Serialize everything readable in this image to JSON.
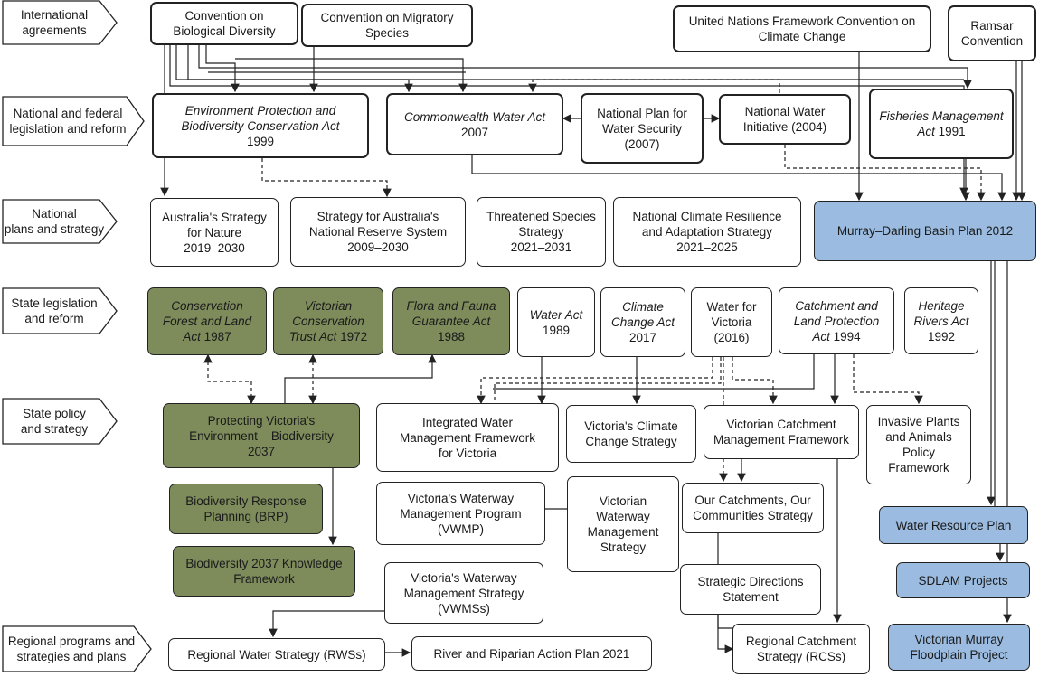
{
  "levels": {
    "international": "International\nagreements",
    "national_legislation": "National and federal\nlegislation and reform",
    "national_plans": "National\nplans and strategy",
    "state_legislation": "State legislation\nand reform",
    "state_policy": "State policy\nand strategy",
    "regional": "Regional programs and\nstrategies and plans"
  },
  "international": {
    "cbd": "Convention on\nBiological Diversity",
    "cms": "Convention on Migratory\nSpecies",
    "unfccc": "United Nations Framework Convention on\nClimate Change",
    "ramsar": "Ramsar\nConvention"
  },
  "national_legislation": {
    "epbc_italic": "Environment Protection and\nBiodiversity Conservation Act",
    "epbc_year": "1999",
    "cwa_italic": "Commonwealth Water Act",
    "cwa_year": "2007",
    "npws": "National Plan for\nWater Security\n(2007)",
    "nwi": "National Water\nInitiative (2004)",
    "fma_italic_1": "Fisheries Management",
    "fma_italic_2": "Act",
    "fma_year": " 1991"
  },
  "national_plans": {
    "asn": "Australia's Strategy\nfor Nature\n2019–2030",
    "nrs": "Strategy for Australia's\nNational Reserve System\n2009–2030",
    "tss": "Threatened Species\nStrategy\n2021–2031",
    "ncras": "National Climate Resilience\nand Adaptation Strategy\n2021–2025",
    "mdbp": "Murray–Darling Basin Plan 2012"
  },
  "state_legislation": {
    "cfla_italic": "Conservation\nForest and Land\nAct",
    "cfla_year": " 1987",
    "vcta_italic": "Victorian\nConservation\nTrust Act",
    "vcta_year": " 1972",
    "ffga_italic": "Flora and Fauna\nGuarantee Act",
    "ffga_year": "1988",
    "wa_italic": "Water Act",
    "wa_year": "1989",
    "cca_italic": "Climate\nChange Act",
    "cca_year": "2017",
    "wfv": "Water for\nVictoria\n(2016)",
    "clpa_italic": "Catchment and\nLand Protection\nAct",
    "clpa_year": " 1994",
    "hra_italic": "Heritage\nRivers Act",
    "hra_year": "1992"
  },
  "state_policy": {
    "pve": "Protecting Victoria's\nEnvironment – Biodiversity\n2037",
    "brp": "Biodiversity Response\nPlanning (BRP)",
    "bkf": "Biodiversity 2037 Knowledge\nFramework",
    "iwmf": "Integrated Water\nManagement Framework\nfor Victoria",
    "vccs": "Victoria's Climate\nChange Strategy",
    "vcmf": "Victorian Catchment\nManagement Framework",
    "ipapf": "Invasive Plants\nand Animals\nPolicy\nFramework",
    "vwmp": "Victoria's Waterway\nManagement Program\n(VWMP)",
    "vwms": "Victorian\nWaterway\nManagement\nStrategy",
    "occs": "Our Catchments, Our\nCommunities Strategy",
    "vwmss": "Victoria's Waterway\nManagement Strategy\n(VWMSs)",
    "sds": "Strategic Directions\nStatement",
    "wrp": "Water Resource Plan",
    "sdlam": "SDLAM Projects",
    "vmfp": "Victorian Murray\nFloodplain Project"
  },
  "regional": {
    "rws": "Regional Water Strategy (RWSs)",
    "rrap": "River and Riparian Action Plan 2021",
    "rcs": "Regional Catchment\nStrategy (RCSs)"
  },
  "colors": {
    "green_fill": "#7e8c5c",
    "blue_fill": "#9bbce0",
    "line": "#222222"
  }
}
